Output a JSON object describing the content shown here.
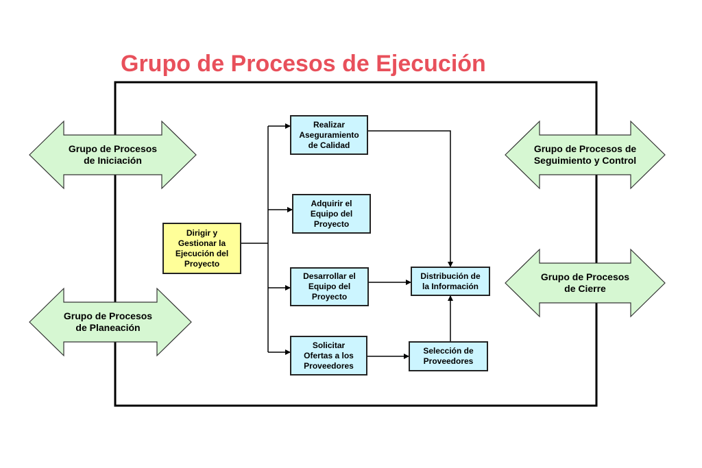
{
  "title": "Grupo de Procesos de Ejecución",
  "colors": {
    "title": "#e8505b",
    "process_box": "#ccf5ff",
    "central_box": "#ffff99",
    "group_arrow": "#d6f7d2"
  },
  "processes": {
    "dirigir": "Dirigir y\nGestionar la\nEjecución del\nProyecto",
    "realizar": "Realizar\nAseguramiento\nde Calidad",
    "adquirir": "Adquirir el\nEquipo del\nProyecto",
    "desarrollar": "Desarrollar el\nEquipo del\nProyecto",
    "solicitar": "Solicitar\nOfertas a los\nProveedores",
    "distribucion": "Distribución de\nla Información",
    "seleccion": "Selección de\nProveedores"
  },
  "groups": {
    "iniciacion": "Grupo de Procesos\nde Iniciación",
    "planeacion": "Grupo de Procesos\nde Planeación",
    "seguimiento": "Grupo de Procesos de\nSeguimiento y Control",
    "cierre": "Grupo de Procesos\nde Cierre"
  }
}
